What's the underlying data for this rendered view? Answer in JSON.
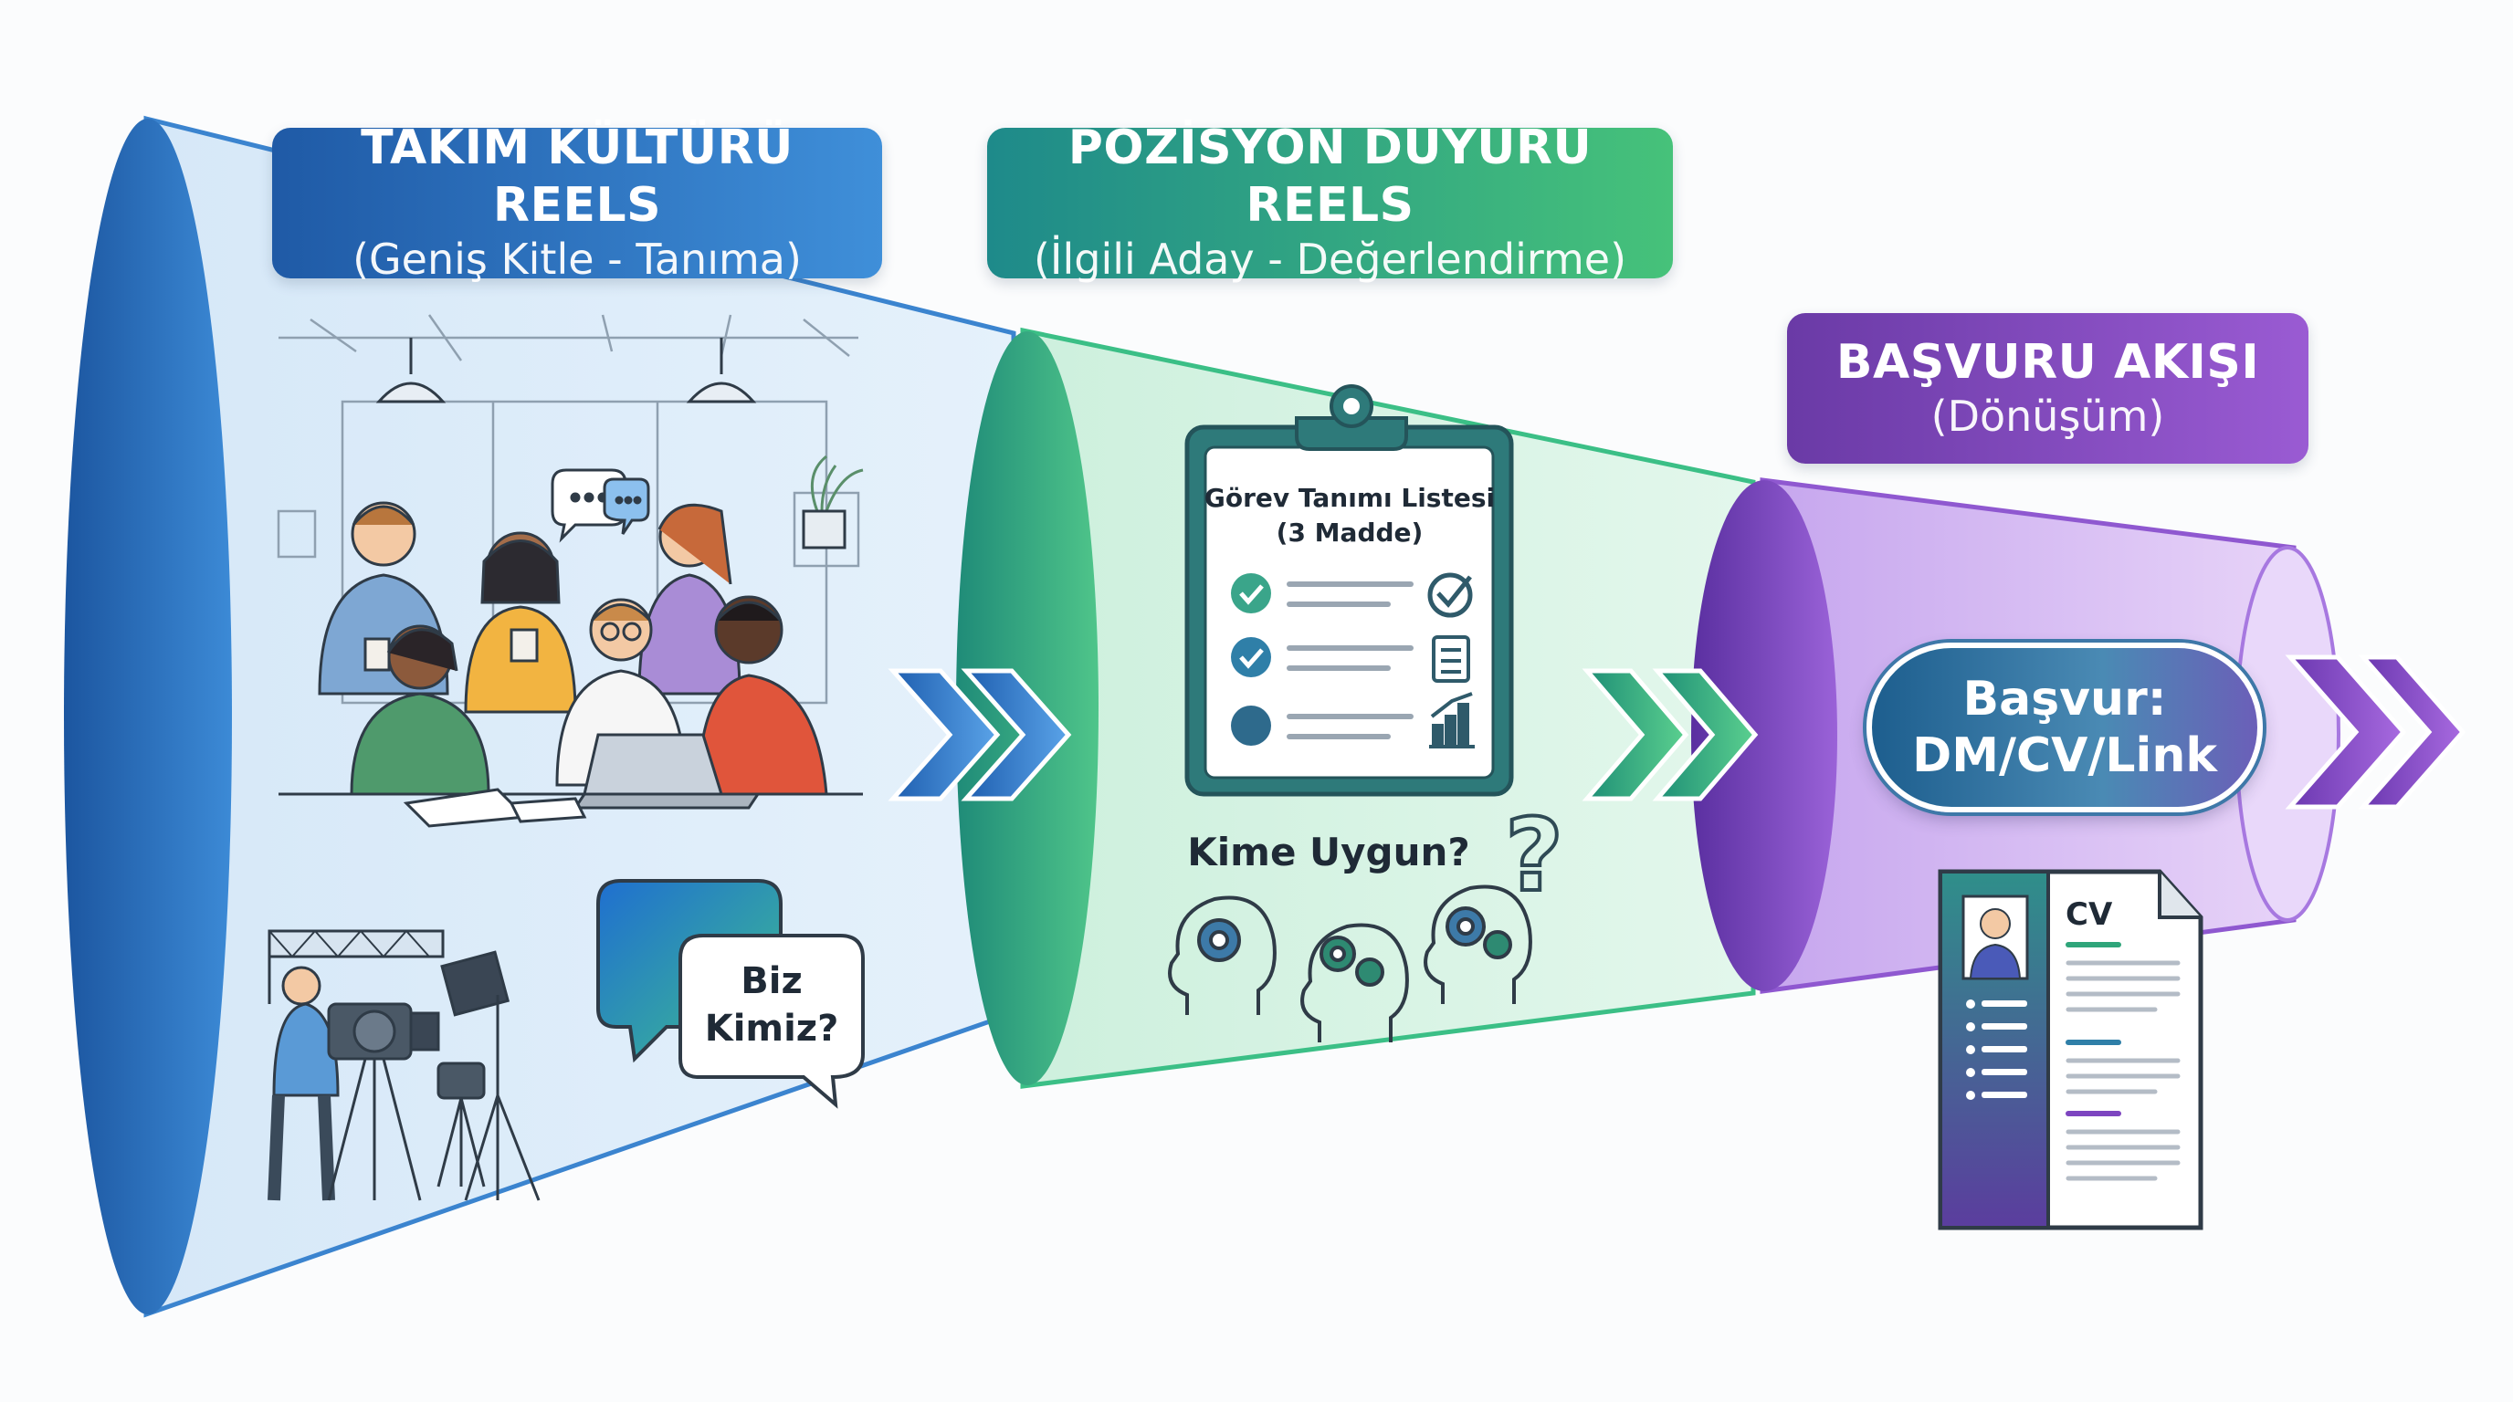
{
  "stages": [
    {
      "title": "TAKIM KÜLTÜRÜ REELS",
      "subtitle": "(Geniş Kitle - Tanıma)"
    },
    {
      "title": "POZİSYON DUYURU REELS",
      "subtitle": "(İlgili Aday - Değerlendirme)"
    },
    {
      "title": "BAŞVURU AKIŞI",
      "subtitle": "(Dönüşüm)"
    }
  ],
  "bubble_text": [
    "Biz",
    "Kimiz?"
  ],
  "clipboard": {
    "title_line1": "Görev Tanımı Listesi",
    "title_line2": "(3 Madde)"
  },
  "fit_question": "Kime Uygun?",
  "apply_button": {
    "line1": "Başvur:",
    "line2": "DM/CV/Link"
  },
  "cv_label": "CV",
  "colors": {
    "stage1": "#2e6fc2",
    "stage2": "#2fa57a",
    "stage3": "#7d45c0",
    "outline": "#2f3b47"
  }
}
